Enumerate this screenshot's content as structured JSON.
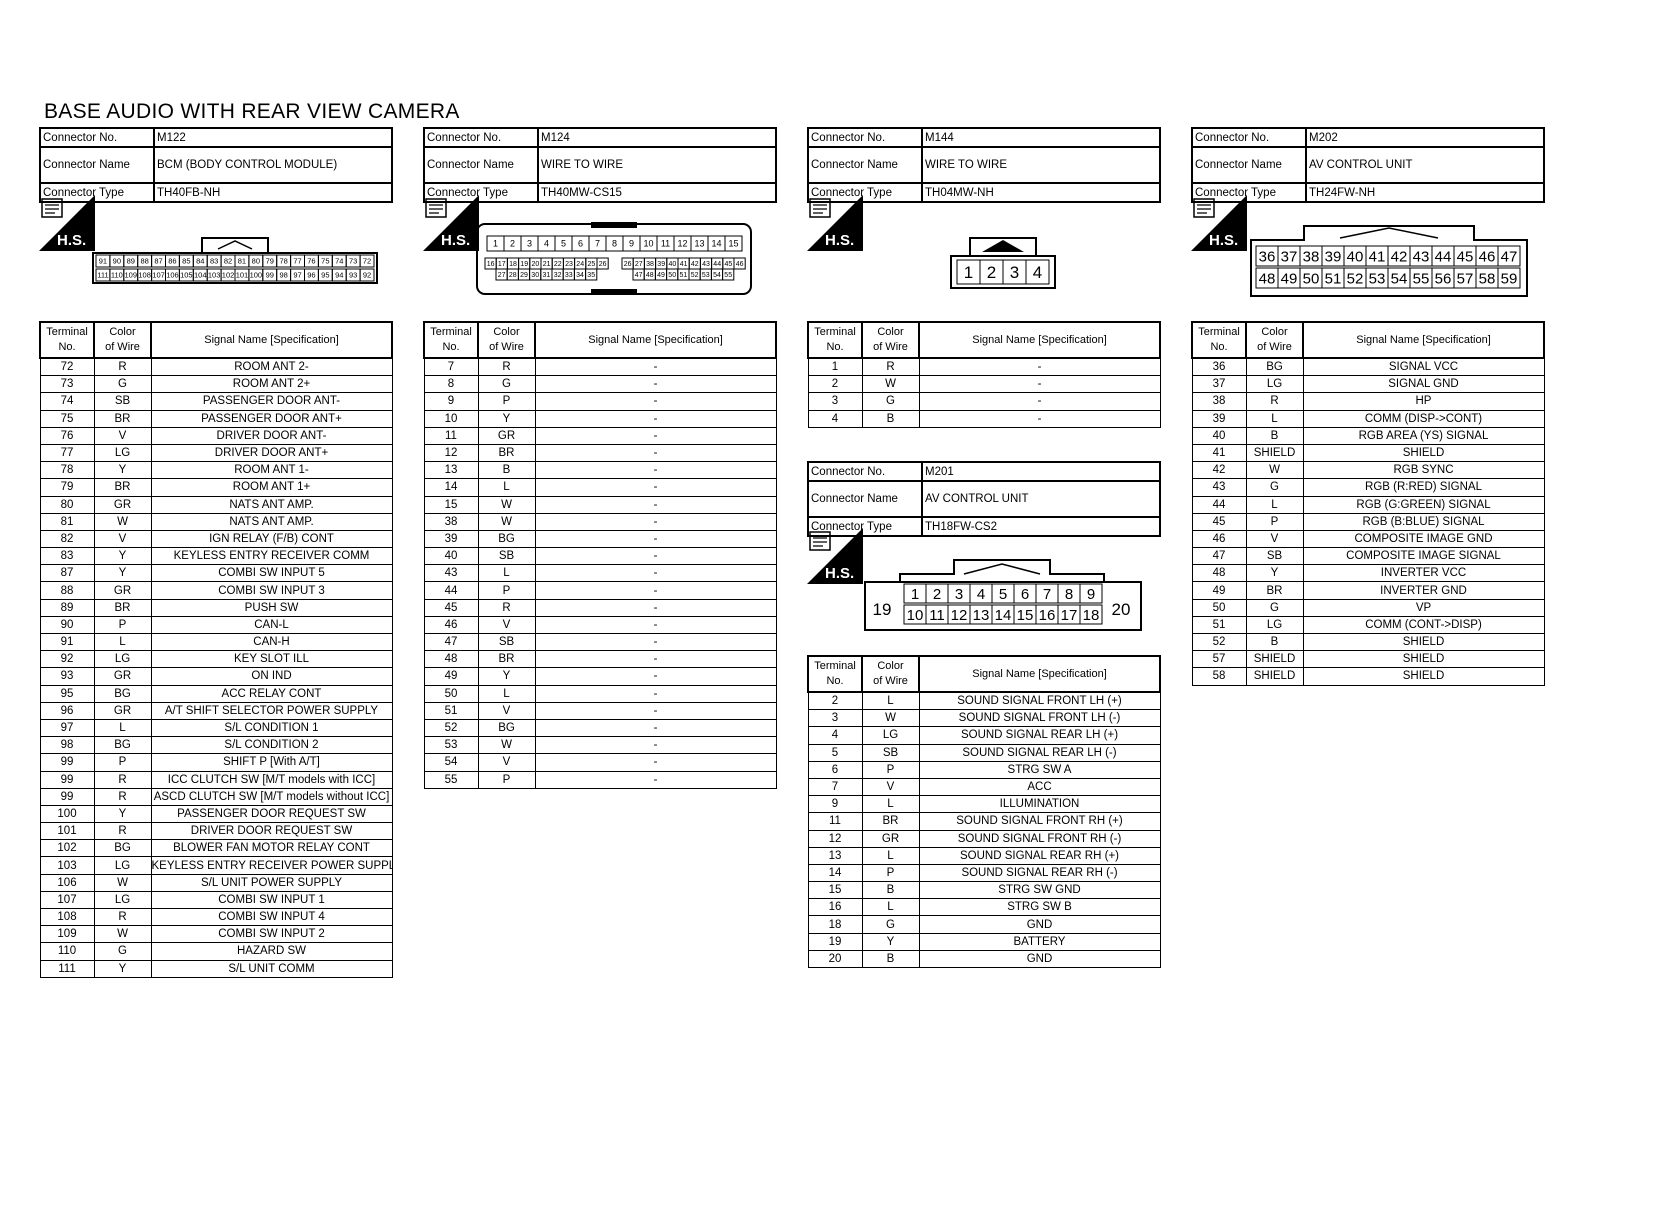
{
  "title": "BASE AUDIO WITH REAR VIEW CAMERA",
  "labels": {
    "connector_no": "Connector No.",
    "connector_name": "Connector Name",
    "connector_type": "Connector Type",
    "hs": "H.S.",
    "terminal_no": [
      "Terminal",
      "No."
    ],
    "color_of_wire": [
      "Color",
      "of Wire"
    ],
    "signal_name": "Signal Name [Specification]"
  },
  "connectors": {
    "m122": {
      "no": "M122",
      "name": "BCM (BODY CONTROL MODULE)",
      "type": "TH40FB-NH",
      "pins_top": [
        "91",
        "90",
        "89",
        "88",
        "87",
        "86",
        "85",
        "84",
        "83",
        "82",
        "81",
        "80",
        "79",
        "78",
        "77",
        "76",
        "75",
        "74",
        "73",
        "72"
      ],
      "pins_bottom": [
        "111",
        "110",
        "109",
        "108",
        "107",
        "106",
        "105",
        "104",
        "103",
        "102",
        "101",
        "100",
        "99",
        "98",
        "97",
        "96",
        "95",
        "94",
        "93",
        "92"
      ],
      "rows": [
        [
          "72",
          "R",
          "ROOM ANT 2-"
        ],
        [
          "73",
          "G",
          "ROOM ANT 2+"
        ],
        [
          "74",
          "SB",
          "PASSENGER DOOR ANT-"
        ],
        [
          "75",
          "BR",
          "PASSENGER DOOR ANT+"
        ],
        [
          "76",
          "V",
          "DRIVER DOOR ANT-"
        ],
        [
          "77",
          "LG",
          "DRIVER DOOR ANT+"
        ],
        [
          "78",
          "Y",
          "ROOM ANT 1-"
        ],
        [
          "79",
          "BR",
          "ROOM ANT 1+"
        ],
        [
          "80",
          "GR",
          "NATS ANT AMP."
        ],
        [
          "81",
          "W",
          "NATS ANT AMP."
        ],
        [
          "82",
          "V",
          "IGN RELAY (F/B) CONT"
        ],
        [
          "83",
          "Y",
          "KEYLESS ENTRY RECEIVER COMM"
        ],
        [
          "87",
          "Y",
          "COMBI SW INPUT 5"
        ],
        [
          "88",
          "GR",
          "COMBI SW INPUT 3"
        ],
        [
          "89",
          "BR",
          "PUSH SW"
        ],
        [
          "90",
          "P",
          "CAN-L"
        ],
        [
          "91",
          "L",
          "CAN-H"
        ],
        [
          "92",
          "LG",
          "KEY SLOT ILL"
        ],
        [
          "93",
          "GR",
          "ON IND"
        ],
        [
          "95",
          "BG",
          "ACC RELAY CONT"
        ],
        [
          "96",
          "GR",
          "A/T SHIFT SELECTOR POWER SUPPLY"
        ],
        [
          "97",
          "L",
          "S/L CONDITION 1"
        ],
        [
          "98",
          "BG",
          "S/L CONDITION 2"
        ],
        [
          "99",
          "P",
          "SHIFT P [With A/T]"
        ],
        [
          "99",
          "R",
          "ICC CLUTCH SW [M/T models with ICC]"
        ],
        [
          "99",
          "R",
          "ASCD CLUTCH SW [M/T models without ICC]"
        ],
        [
          "100",
          "Y",
          "PASSENGER DOOR REQUEST SW"
        ],
        [
          "101",
          "R",
          "DRIVER DOOR REQUEST SW"
        ],
        [
          "102",
          "BG",
          "BLOWER FAN MOTOR RELAY CONT"
        ],
        [
          "103",
          "LG",
          "KEYLESS ENTRY RECEIVER POWER SUPPLY"
        ],
        [
          "106",
          "W",
          "S/L UNIT POWER SUPPLY"
        ],
        [
          "107",
          "LG",
          "COMBI SW INPUT 1"
        ],
        [
          "108",
          "R",
          "COMBI SW INPUT 4"
        ],
        [
          "109",
          "W",
          "COMBI SW INPUT 2"
        ],
        [
          "110",
          "G",
          "HAZARD SW"
        ],
        [
          "111",
          "Y",
          "S/L UNIT COMM"
        ]
      ]
    },
    "m124": {
      "no": "M124",
      "name": "WIRE TO WIRE",
      "type": "TH40MW-CS15",
      "pins_top": [
        "1",
        "2",
        "3",
        "4",
        "5",
        "6",
        "7",
        "8",
        "9",
        "10",
        "11",
        "12",
        "13",
        "14",
        "15"
      ],
      "pins_mid_left": [
        "16",
        "17",
        "18",
        "19",
        "20",
        "21",
        "22",
        "23",
        "24",
        "25",
        "26"
      ],
      "pins_mid_right": [
        "26",
        "27",
        "38",
        "39",
        "40",
        "41",
        "42",
        "43",
        "44",
        "45",
        "46"
      ],
      "pins_low_left": [
        "27",
        "28",
        "29",
        "30",
        "31",
        "32",
        "33",
        "34",
        "35"
      ],
      "pins_low_right": [
        "47",
        "48",
        "49",
        "50",
        "51",
        "52",
        "53",
        "54",
        "55"
      ],
      "rows": [
        [
          "7",
          "R",
          "-"
        ],
        [
          "8",
          "G",
          "-"
        ],
        [
          "9",
          "P",
          "-"
        ],
        [
          "10",
          "Y",
          "-"
        ],
        [
          "11",
          "GR",
          "-"
        ],
        [
          "12",
          "BR",
          "-"
        ],
        [
          "13",
          "B",
          "-"
        ],
        [
          "14",
          "L",
          "-"
        ],
        [
          "15",
          "W",
          "-"
        ],
        [
          "38",
          "W",
          "-"
        ],
        [
          "39",
          "BG",
          "-"
        ],
        [
          "40",
          "SB",
          "-"
        ],
        [
          "43",
          "L",
          "-"
        ],
        [
          "44",
          "P",
          "-"
        ],
        [
          "45",
          "R",
          "-"
        ],
        [
          "46",
          "V",
          "-"
        ],
        [
          "47",
          "SB",
          "-"
        ],
        [
          "48",
          "BR",
          "-"
        ],
        [
          "49",
          "Y",
          "-"
        ],
        [
          "50",
          "L",
          "-"
        ],
        [
          "51",
          "V",
          "-"
        ],
        [
          "52",
          "BG",
          "-"
        ],
        [
          "53",
          "W",
          "-"
        ],
        [
          "54",
          "V",
          "-"
        ],
        [
          "55",
          "P",
          "-"
        ]
      ]
    },
    "m144": {
      "no": "M144",
      "name": "WIRE TO WIRE",
      "type": "TH04MW-NH",
      "pins": [
        "1",
        "2",
        "3",
        "4"
      ],
      "rows": [
        [
          "1",
          "R",
          "-"
        ],
        [
          "2",
          "W",
          "-"
        ],
        [
          "3",
          "G",
          "-"
        ],
        [
          "4",
          "B",
          "-"
        ]
      ]
    },
    "m201": {
      "no": "M201",
      "name": "AV CONTROL UNIT",
      "type": "TH18FW-CS2",
      "pin_left": "19",
      "pin_right": "20",
      "pins_top": [
        "1",
        "2",
        "3",
        "4",
        "5",
        "6",
        "7",
        "8",
        "9"
      ],
      "pins_bottom": [
        "10",
        "11",
        "12",
        "13",
        "14",
        "15",
        "16",
        "17",
        "18"
      ],
      "rows": [
        [
          "2",
          "L",
          "SOUND SIGNAL FRONT LH (+)"
        ],
        [
          "3",
          "W",
          "SOUND SIGNAL FRONT LH (-)"
        ],
        [
          "4",
          "LG",
          "SOUND SIGNAL REAR LH (+)"
        ],
        [
          "5",
          "SB",
          "SOUND SIGNAL REAR LH (-)"
        ],
        [
          "6",
          "P",
          "STRG SW A"
        ],
        [
          "7",
          "V",
          "ACC"
        ],
        [
          "9",
          "L",
          "ILLUMINATION"
        ],
        [
          "11",
          "BR",
          "SOUND SIGNAL FRONT RH (+)"
        ],
        [
          "12",
          "GR",
          "SOUND SIGNAL FRONT RH (-)"
        ],
        [
          "13",
          "L",
          "SOUND SIGNAL REAR RH (+)"
        ],
        [
          "14",
          "P",
          "SOUND SIGNAL REAR RH (-)"
        ],
        [
          "15",
          "B",
          "STRG SW GND"
        ],
        [
          "16",
          "L",
          "STRG SW B"
        ],
        [
          "18",
          "G",
          "GND"
        ],
        [
          "19",
          "Y",
          "BATTERY"
        ],
        [
          "20",
          "B",
          "GND"
        ]
      ]
    },
    "m202": {
      "no": "M202",
      "name": "AV CONTROL UNIT",
      "type": "TH24FW-NH",
      "pins_top": [
        "36",
        "37",
        "38",
        "39",
        "40",
        "41",
        "42",
        "43",
        "44",
        "45",
        "46",
        "47"
      ],
      "pins_bottom": [
        "48",
        "49",
        "50",
        "51",
        "52",
        "53",
        "54",
        "55",
        "56",
        "57",
        "58",
        "59"
      ],
      "rows": [
        [
          "36",
          "BG",
          "SIGNAL VCC"
        ],
        [
          "37",
          "LG",
          "SIGNAL GND"
        ],
        [
          "38",
          "R",
          "HP"
        ],
        [
          "39",
          "L",
          "COMM (DISP->CONT)"
        ],
        [
          "40",
          "B",
          "RGB AREA (YS) SIGNAL"
        ],
        [
          "41",
          "SHIELD",
          "SHIELD"
        ],
        [
          "42",
          "W",
          "RGB SYNC"
        ],
        [
          "43",
          "G",
          "RGB (R:RED) SIGNAL"
        ],
        [
          "44",
          "L",
          "RGB (G:GREEN) SIGNAL"
        ],
        [
          "45",
          "P",
          "RGB (B:BLUE) SIGNAL"
        ],
        [
          "46",
          "V",
          "COMPOSITE IMAGE GND"
        ],
        [
          "47",
          "SB",
          "COMPOSITE IMAGE SIGNAL"
        ],
        [
          "48",
          "Y",
          "INVERTER VCC"
        ],
        [
          "49",
          "BR",
          "INVERTER GND"
        ],
        [
          "50",
          "G",
          "VP"
        ],
        [
          "51",
          "LG",
          "COMM (CONT->DISP)"
        ],
        [
          "52",
          "B",
          "SHIELD"
        ],
        [
          "57",
          "SHIELD",
          "SHIELD"
        ],
        [
          "58",
          "SHIELD",
          "SHIELD"
        ]
      ]
    }
  }
}
